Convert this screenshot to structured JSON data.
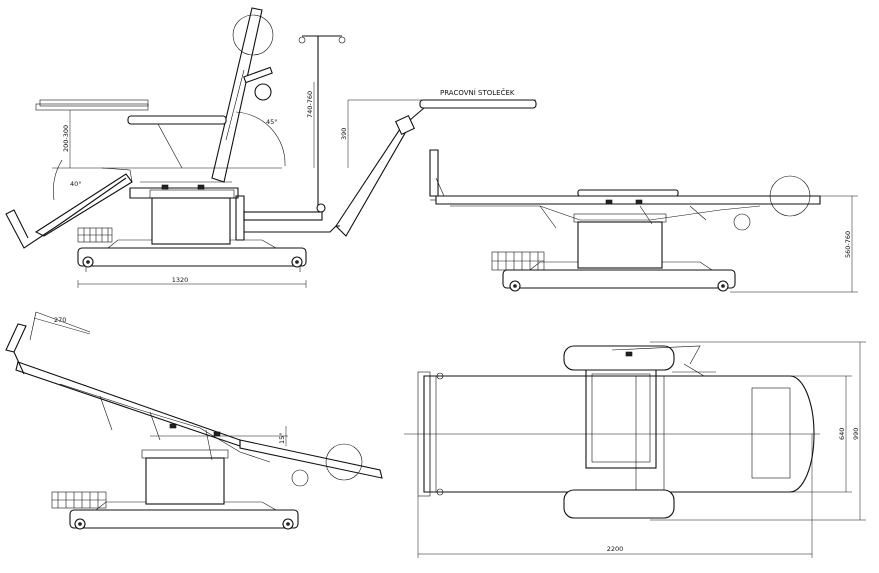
{
  "drawing": {
    "label_pracovni_stolecek": "PRACOVNÍ STOLEČEK",
    "dimensions": {
      "d1320": "1320",
      "d200_300": "200-300",
      "d740_760": "740-760",
      "d390": "390",
      "d560_760": "560-760",
      "d270": "270",
      "d640": "640",
      "d990": "990",
      "d2200": "2200",
      "angle_45": "45°",
      "angle_40": "40°",
      "angle_15": "15°"
    }
  }
}
